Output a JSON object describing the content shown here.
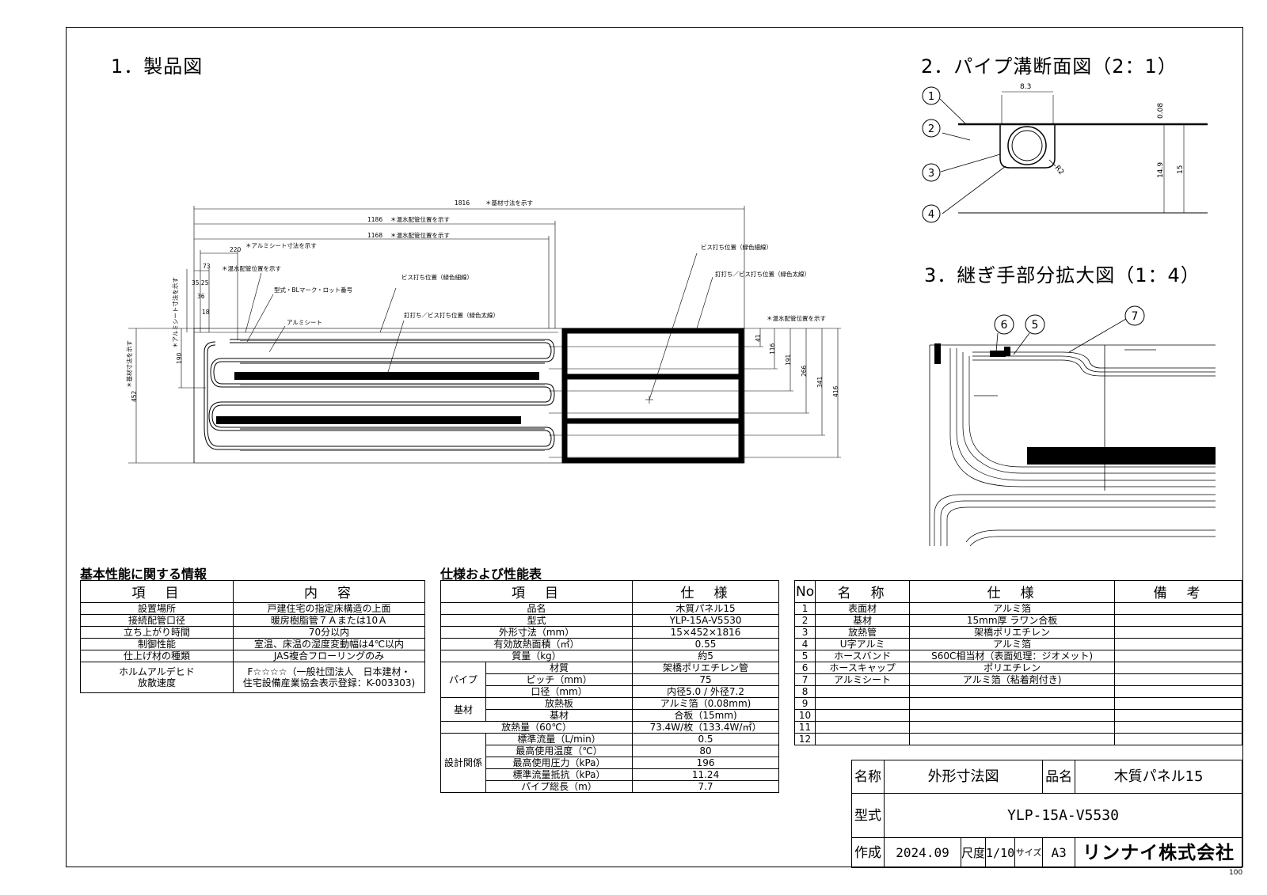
{
  "sections": {
    "product": "1．製品図",
    "pipe": "2．パイプ溝断面図（2：1）",
    "joint": "3．継ぎ手部分拡大図（1：4）"
  },
  "drawing1": {
    "dims": {
      "total": "1816",
      "pipe_1186": "1186",
      "pipe_1168": "1168",
      "alu_220": "220",
      "d73": "73",
      "d3525": "35.25",
      "d36": "36",
      "d18": "18",
      "d190": "190",
      "d452": "452",
      "d41": "41",
      "d116": "116",
      "d191": "191",
      "d266": "266",
      "d341": "341",
      "d416": "416"
    },
    "notes": {
      "base_size": "＊基材寸法を示す",
      "pipe_pos": "＊温水配管位置を示す",
      "pipe_pos2": "＊温水配管位置を示す",
      "alu_size": "＊アルミシート寸法を示す",
      "pipe_pos_small": "＊温水配管位置を示す",
      "model_mark": "型式・BLマーク・ロット番号",
      "alu_sheet": "アルミシート",
      "screw_thin": "ビス打ち位置（緑色細線）",
      "nail_thick": "釘打ち／ビス打ち位置（緑色太線）",
      "screw_thin_r": "ビス打ち位置（緑色細線）",
      "nail_thick_r": "釘打ち／ビス打ち位置（緑色太線）",
      "pipe_pos_r": "＊温水配管位置を示す",
      "base_size_v": "＊基材寸法を示す",
      "alu_size_v": "＊アルミシート寸法を示す"
    }
  },
  "drawing2": {
    "d83": "8.3",
    "d008": "0.08",
    "d149": "14.9",
    "d15": "15",
    "r2": "R2",
    "balloons": [
      "1",
      "2",
      "3",
      "4"
    ]
  },
  "drawing3": {
    "balloons": [
      "6",
      "5",
      "7"
    ]
  },
  "basic_perf": {
    "title": "基本性能に関する情報",
    "headers": [
      "項　目",
      "内　容"
    ],
    "rows": [
      [
        "設置場所",
        "戸建住宅の指定床構造の上面"
      ],
      [
        "接続配管口径",
        "暖房樹脂管７Ａまたは10Ａ"
      ],
      [
        "立ち上がり時間",
        "70分以内"
      ],
      [
        "制御性能",
        "室温、床温の湿度変動幅は4℃以内"
      ],
      [
        "仕上げ材の種類",
        "JAS複合フローリングのみ"
      ]
    ],
    "formaldehyde_label1": "ホルムアルデヒド",
    "formaldehyde_label2": "放散速度",
    "formaldehyde_val1": "F☆☆☆☆（一般社団法人　日本建材・",
    "formaldehyde_val2": "住宅設備産業協会表示登録：K-003303)"
  },
  "spec": {
    "title": "仕様および性能表",
    "headers": [
      "項　目",
      "仕　様"
    ],
    "top_rows": [
      [
        "品名",
        "木質パネル15"
      ],
      [
        "型式",
        "YLP-15A-V5530"
      ],
      [
        "外形寸法（mm）",
        "15×452×1816"
      ],
      [
        "有効放熱面積（㎡）",
        "0.55"
      ],
      [
        "質量（kg）",
        "約5"
      ]
    ],
    "pipe_group": "パイプ",
    "pipe_rows": [
      [
        "材質",
        "架橋ポリエチレン管"
      ],
      [
        "ピッチ（mm）",
        "75"
      ],
      [
        "口径（mm）",
        "内径5.0 / 外径7.2"
      ]
    ],
    "base_group": "基材",
    "base_rows": [
      [
        "放熱板",
        "アルミ箔（0.08mm)"
      ],
      [
        "基材",
        "合板（15mm)"
      ]
    ],
    "heat_row": [
      "放熱量（60℃）",
      "73.4W/枚（133.4W/㎡）"
    ],
    "design_group": "設計関係",
    "design_rows": [
      [
        "標準流量（L/min）",
        "0.5"
      ],
      [
        "最高使用温度（℃）",
        "80"
      ],
      [
        "最高使用圧力（kPa）",
        "196"
      ],
      [
        "標準流量抵抗（kPa）",
        "11.24"
      ],
      [
        "パイプ総長（m）",
        "7.7"
      ]
    ]
  },
  "parts": {
    "headers": [
      "No",
      "名　称",
      "仕　様",
      "備　考"
    ],
    "rows": [
      [
        "1",
        "表面材",
        "アルミ箔",
        ""
      ],
      [
        "2",
        "基材",
        "15mm厚 ラワン合板",
        ""
      ],
      [
        "3",
        "放熱管",
        "架橋ポリエチレン",
        ""
      ],
      [
        "4",
        "U字アルミ",
        "アルミ箔",
        ""
      ],
      [
        "5",
        "ホースバンド",
        "S60C相当材（表面処理：ジオメット)",
        ""
      ],
      [
        "6",
        "ホースキャップ",
        "ポリエチレン",
        ""
      ],
      [
        "7",
        "アルミシート",
        "アルミ箔（粘着剤付き)",
        ""
      ],
      [
        "8",
        "",
        "",
        ""
      ],
      [
        "9",
        "",
        "",
        ""
      ],
      [
        "10",
        "",
        "",
        ""
      ],
      [
        "11",
        "",
        "",
        ""
      ],
      [
        "12",
        "",
        "",
        ""
      ]
    ]
  },
  "title_block": {
    "name_label": "名称",
    "name_value": "外形寸法図",
    "product_label": "品名",
    "product_value": "木質パネル15",
    "model_label": "型式",
    "model_value": "YLP-15A-V5530",
    "made_label": "作成",
    "date": "2024.09",
    "scale_label": "尺度",
    "scale": "1/10",
    "size_label": "サイズ",
    "size": "A3",
    "company": "リンナイ株式会社"
  },
  "corner_code": "100"
}
